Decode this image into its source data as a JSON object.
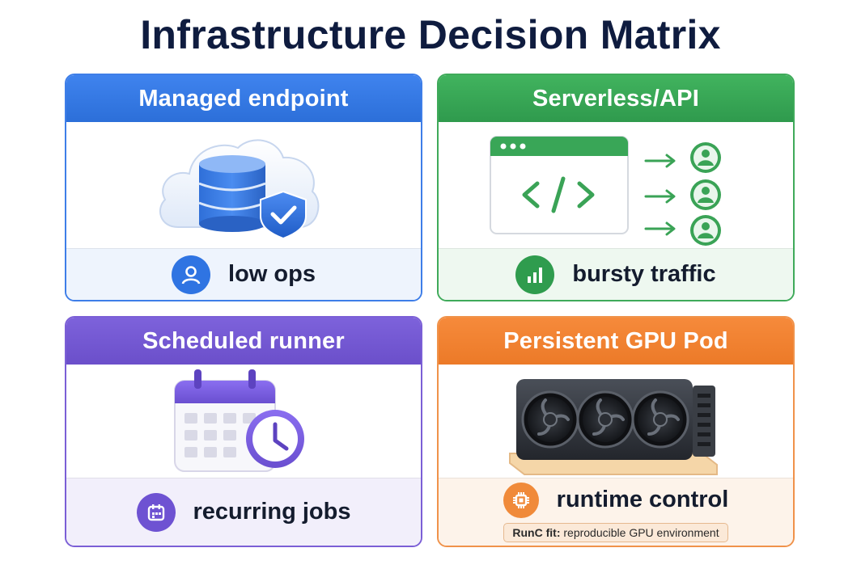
{
  "title": "Infrastructure Decision Matrix",
  "cards": [
    {
      "header": "Managed endpoint",
      "label": "low ops",
      "illustration": "cloud-database-shield-icon",
      "foot_icon": "user-icon",
      "accent": "#3e7ee8"
    },
    {
      "header": "Serverless/API",
      "label": "bursty traffic",
      "illustration": "code-window-users-icon",
      "foot_icon": "bar-chart-icon",
      "accent": "#3faa5a"
    },
    {
      "header": "Scheduled runner",
      "label": "recurring jobs",
      "illustration": "calendar-clock-icon",
      "foot_icon": "calendar-icon",
      "accent": "#7b5fd6"
    },
    {
      "header": "Persistent GPU Pod",
      "label": "runtime control",
      "illustration": "gpu-card-icon",
      "foot_icon": "chip-icon",
      "accent": "#f0924a",
      "note_label": "RunC fit:",
      "note_text": "reproducible GPU environment"
    }
  ]
}
